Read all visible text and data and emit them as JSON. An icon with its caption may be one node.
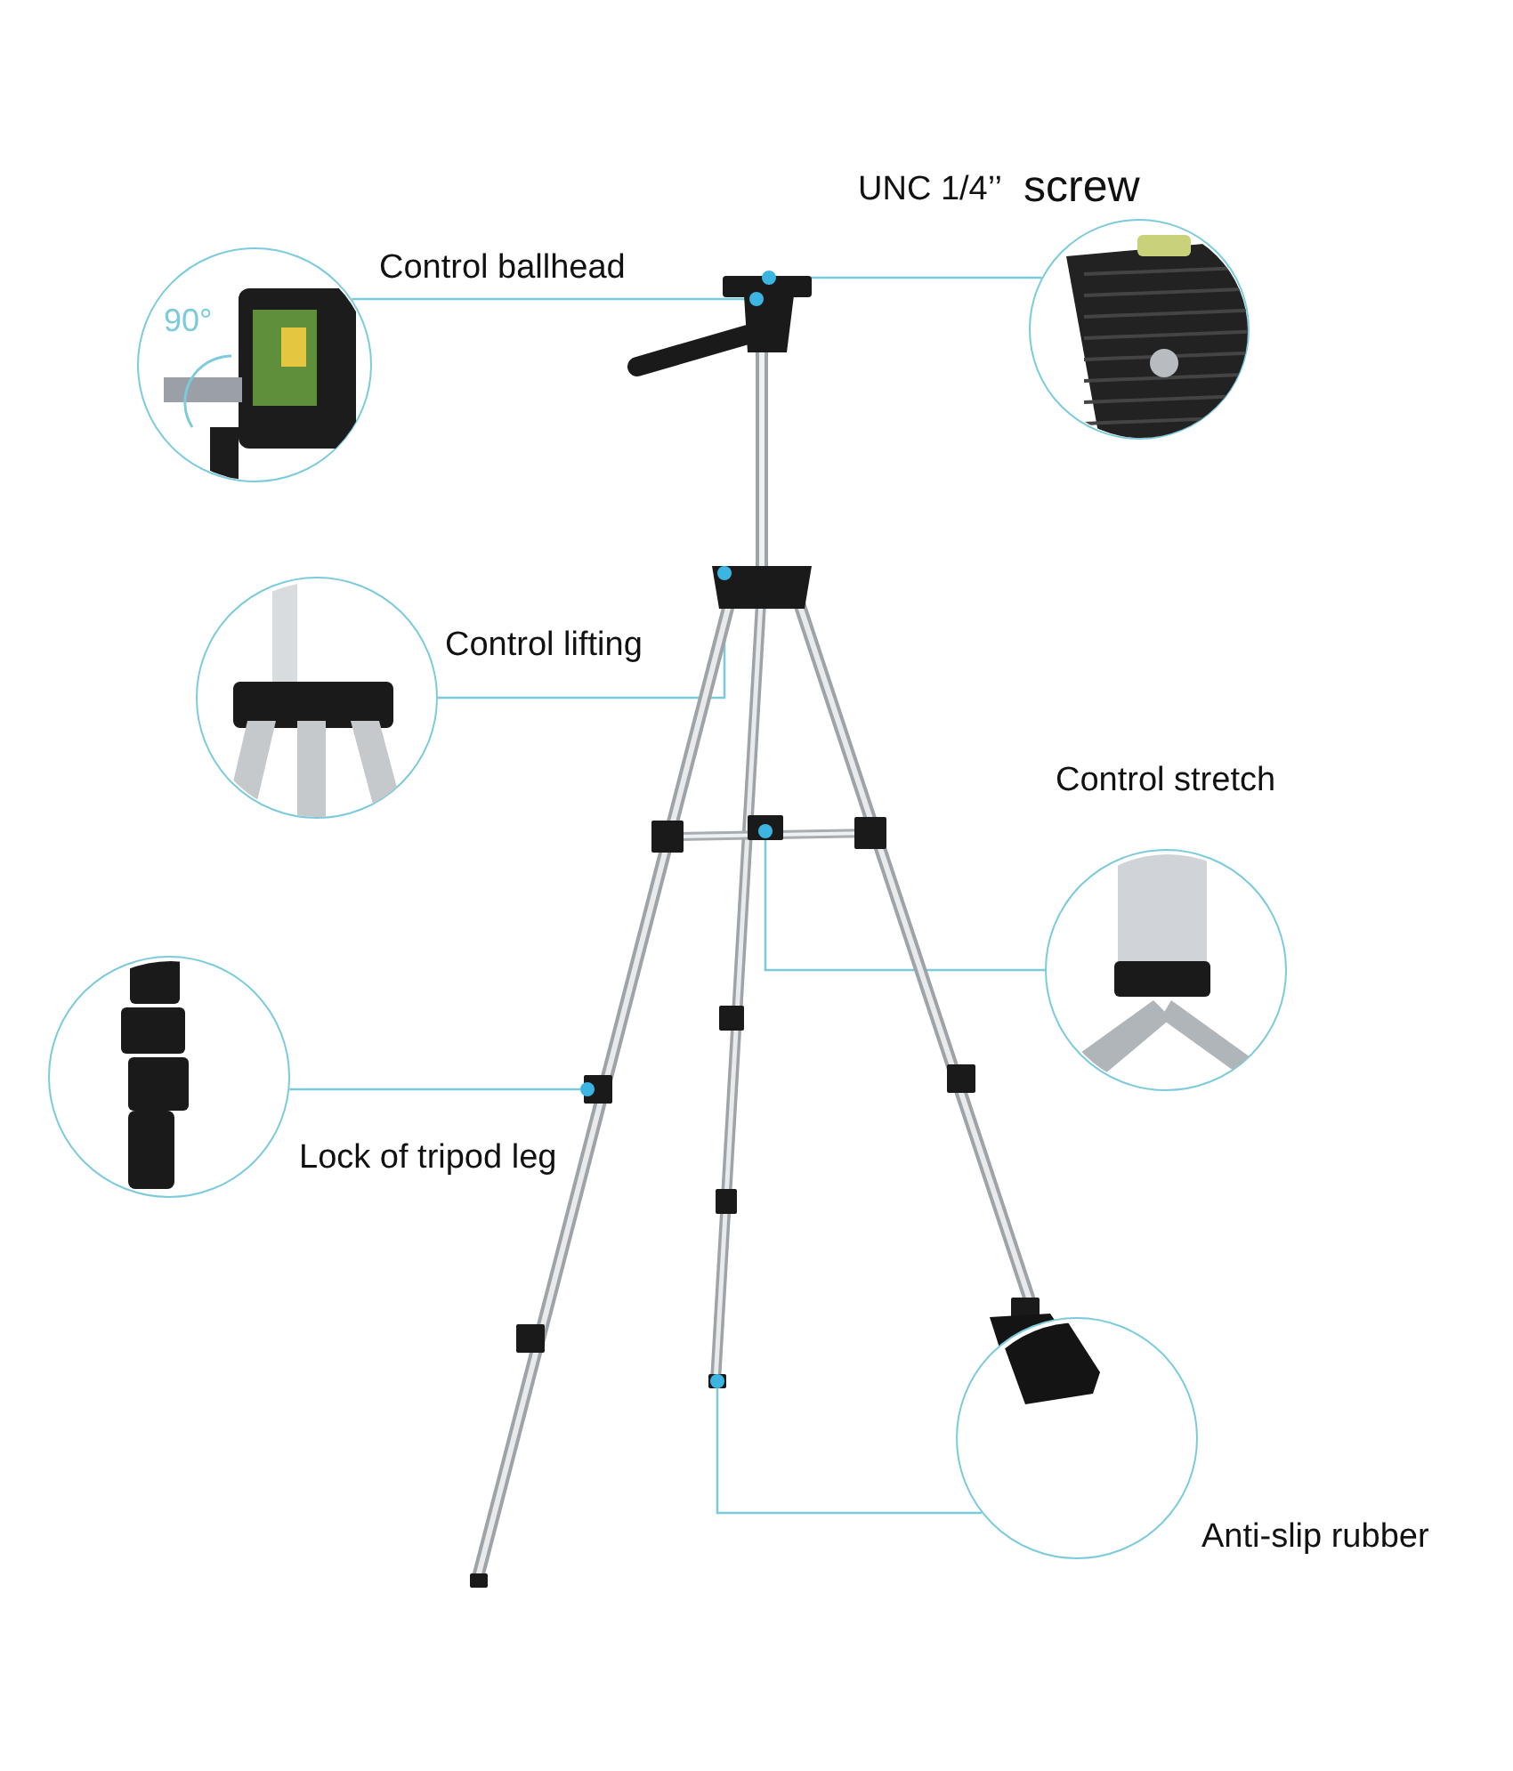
{
  "diagram": {
    "nodes": [
      {
        "text": [],
        "shape": "picture"
      },
      {
        "text": [
          "90°"
        ],
        "beside": [
          "Control ballhead"
        ]
      },
      {
        "text": [],
        "shape": "picture",
        "beside": [
          "UNC 1/4’’",
          "screw"
        ]
      },
      {
        "text": [],
        "shape": "picture",
        "beside": [
          "Control lifting"
        ]
      },
      {
        "text": [],
        "shape": "picture",
        "beside": [
          "Control stretch"
        ]
      },
      {
        "text": [],
        "shape": "picture",
        "beside": [
          "Lock of tripod leg"
        ]
      },
      {
        "text": [],
        "shape": "picture",
        "beside": [
          "Anti-slip rubber"
        ]
      },
      {
        "text": [],
        "shape": "circle",
        "in": 0
      },
      {
        "text": [],
        "shape": "circle",
        "in": 0
      },
      {
        "text": [],
        "shape": "circle",
        "in": 0
      },
      {
        "text": [],
        "shape": "circle",
        "in": 0
      },
      {
        "text": [],
        "shape": "circle",
        "in": 0
      },
      {
        "text": [],
        "shape": "circle",
        "in": 0
      }
    ],
    "edges": [
      {
        "from": 1,
        "to": 7,
        "arrow": "none"
      },
      {
        "from": 2,
        "to": 8,
        "arrow": "none"
      },
      {
        "from": 3,
        "to": 9,
        "arrow": "none"
      },
      {
        "from": 4,
        "to": 10,
        "arrow": "none"
      },
      {
        "from": 5,
        "to": 11,
        "arrow": "none"
      },
      {
        "from": 6,
        "to": 12,
        "arrow": "none"
      }
    ]
  }
}
